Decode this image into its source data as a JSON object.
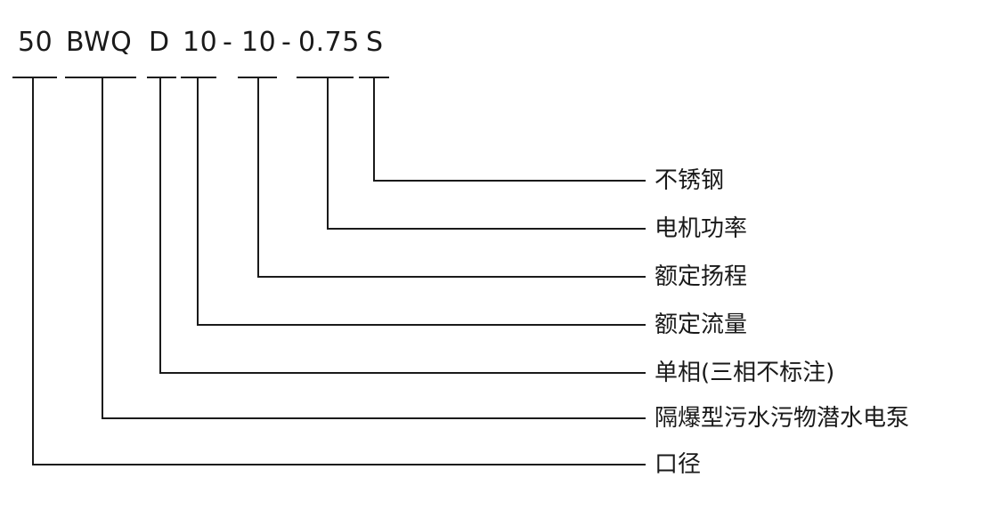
{
  "model_code": {
    "tokens": [
      "50",
      "BWQ",
      "D",
      "10",
      "-",
      "10",
      "-",
      "0.75",
      "S"
    ]
  },
  "labels": [
    {
      "key": "stainless-steel",
      "text": "不锈钢"
    },
    {
      "key": "motor-power",
      "text": "电机功率"
    },
    {
      "key": "rated-head",
      "text": "额定扬程"
    },
    {
      "key": "rated-flow",
      "text": "额定流量"
    },
    {
      "key": "single-phase",
      "text": "单相(三相不标注)"
    },
    {
      "key": "pump-type",
      "text": "隔爆型污水污物潜水电泵"
    },
    {
      "key": "bore-diameter",
      "text": "口径"
    }
  ],
  "colors": {
    "line": "#1a1a1a",
    "text": "#1a1a1a",
    "background": "#ffffff"
  }
}
